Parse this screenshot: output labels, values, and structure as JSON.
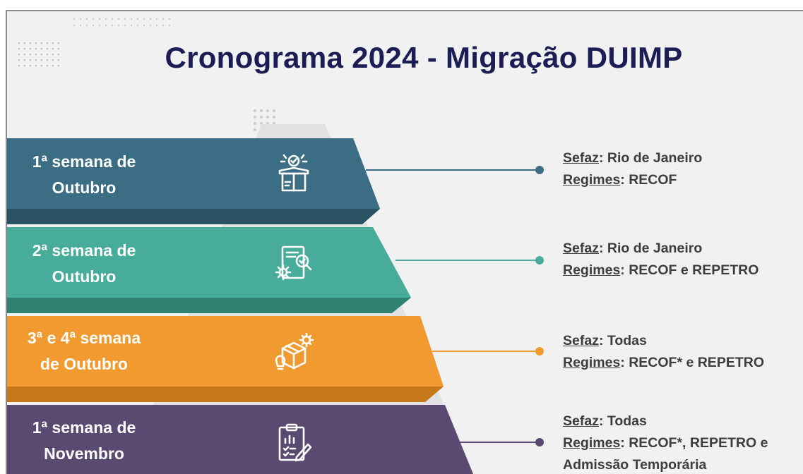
{
  "title": "Cronograma 2024 - Migração DUIMP",
  "colors": {
    "band1": "#3b6e84",
    "band2": "#47ad9a",
    "band3": "#f19a30",
    "band4": "#5a4a72",
    "title": "#1d1d55",
    "text": "#3d3d3d",
    "background": "#f1f1f2"
  },
  "stages": [
    {
      "label_line1": "1ª semana de",
      "label_line2": "Outubro",
      "icon": "open-box-check-icon",
      "sefaz_key": "Sefaz",
      "sefaz_value": ": Rio de Janeiro",
      "regimes_key": "Regimes",
      "regimes_value": ": RECOF",
      "regimes_value2": ""
    },
    {
      "label_line1": "2ª semana de",
      "label_line2": "Outubro",
      "icon": "document-gear-magnifier-icon",
      "sefaz_key": "Sefaz",
      "sefaz_value": ": Rio de Janeiro",
      "regimes_key": "Regimes",
      "regimes_value": ": RECOF e REPETRO",
      "regimes_value2": ""
    },
    {
      "label_line1": "3ª e 4ª semana",
      "label_line2": "de Outubro",
      "icon": "box-gears-lightbulb-icon",
      "sefaz_key": "Sefaz",
      "sefaz_value": ": Todas",
      "regimes_key": "Regimes",
      "regimes_value": ": RECOF* e REPETRO",
      "regimes_value2": ""
    },
    {
      "label_line1": "1ª semana de",
      "label_line2": "Novembro",
      "icon": "clipboard-chart-pen-icon",
      "sefaz_key": "Sefaz",
      "sefaz_value": ": Todas",
      "regimes_key": "Regimes",
      "regimes_value": ": RECOF*, REPETRO e",
      "regimes_value2": "Admissão Temporária"
    }
  ]
}
